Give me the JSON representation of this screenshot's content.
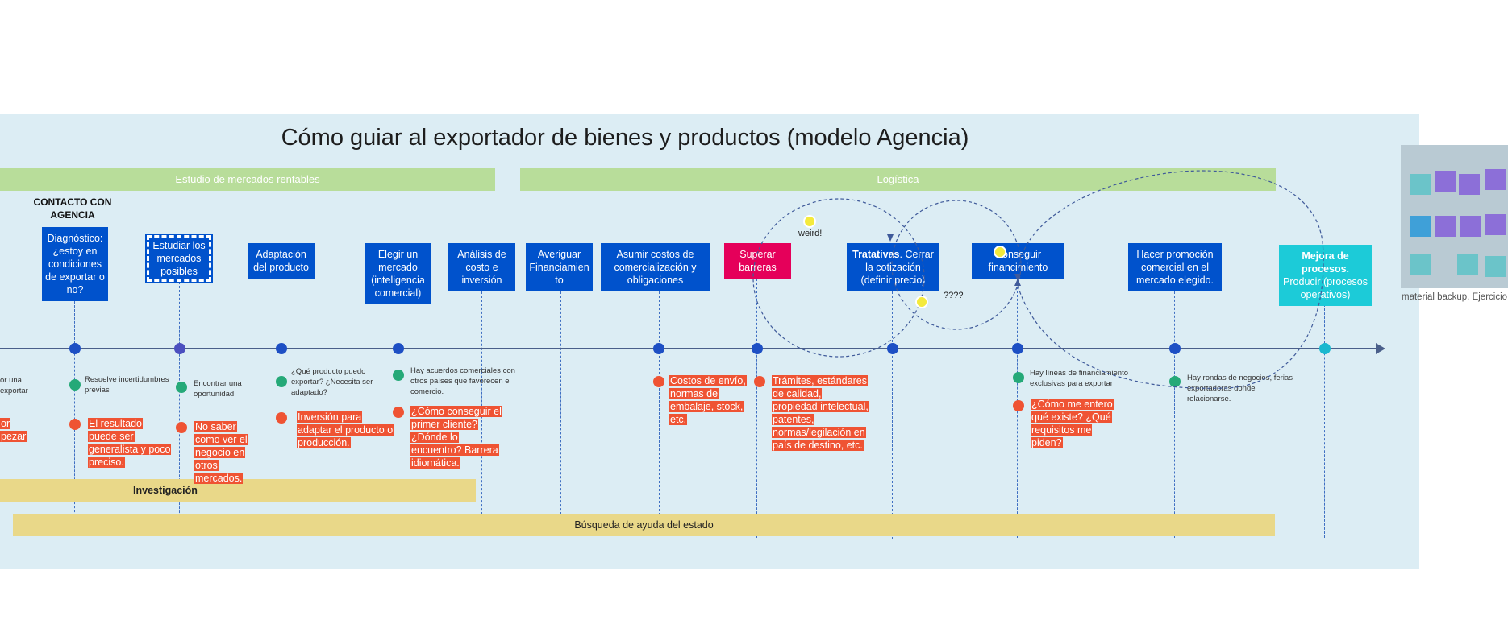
{
  "title": "Cómo guiar al exportador de bienes y productos (modelo Agencia)",
  "bands": {
    "study": "Estudio de mercados rentables",
    "logistics": "Logística"
  },
  "contact_label": "CONTACTO CON AGENCIA",
  "nodes": [
    {
      "label": "Diagnóstico: ¿estoy en condiciones de exportar o no?"
    },
    {
      "label": "Estudiar los mercados posibles"
    },
    {
      "label": "Adaptación del producto"
    },
    {
      "label": "Elegir un mercado (inteligencia comercial)"
    },
    {
      "label": "Análisis de costo e inversión"
    },
    {
      "label": "Averiguar Financiamien to"
    },
    {
      "label": "Asumir costos de comercialización y obligaciones"
    },
    {
      "label": "Superar barreras"
    },
    {
      "label_bold": "Tratativas",
      "label": ". Cerrar la cotización (definir precio)"
    },
    {
      "label": "Conseguir financimiento"
    },
    {
      "label": "Hacer promoción comercial en el mercado elegido."
    },
    {
      "label_bold": "Mejora de procesos.",
      "label": " Producir (procesos operativos)"
    }
  ],
  "benefits": [
    "or una exportar",
    "Resuelve incertidumbres previas",
    "Encontrar una oportunidad",
    "¿Qué producto puedo exportar? ¿Necesita ser adaptado?",
    "Hay acuerdos comerciales con otros países que favorecen el comercio.",
    "Hay líneas de financiamiento exclusivas para exportar",
    "Hay rondas de negocios, ferias exportadoras donde relacionarse."
  ],
  "pains": [
    "or pezar",
    "El resultado puede ser generalista y poco preciso.",
    "No saber como ver el negocio en otros mercados.",
    "Inversión para adaptar el producto o producción.",
    "¿Cómo conseguir el primer cliente? ¿Dónde lo encuentro? Barrera idiomática.",
    "Costos de envío, normas de embalaje, stock, etc.",
    "Trámites, estándares de calidad, propiedad intelectual, patentes, normas/legilación en país de destino, etc.",
    "¿Cómo me entero qué existe? ¿Qué requisitos me piden?"
  ],
  "bars": {
    "research": "Investigación",
    "state_help": "Búsqueda de ayuda del estado"
  },
  "annotations": {
    "weird": "weird!",
    "question": "????"
  },
  "photo_caption": "material backup. Ejercicio",
  "colors": {
    "frame": "#dcedf4",
    "node": "#0052cc",
    "node_pink": "#e5005a",
    "node_cyan": "#1ccbd8",
    "band": "#b8dd9a",
    "pain": "#ef5333",
    "benefit": "#25a978",
    "bar": "#e9d889"
  }
}
